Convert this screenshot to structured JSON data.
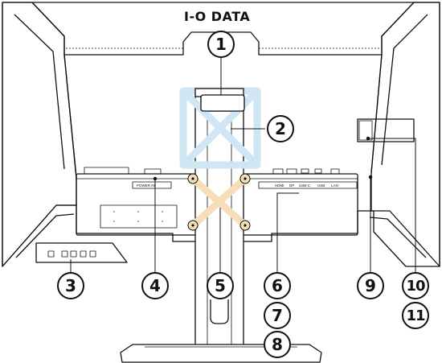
{
  "brand": "I-O DATA",
  "port_labels": {
    "power": "POWER IN",
    "hdmi": "HDMI",
    "dp": "DP",
    "usbc": "USB-C",
    "usb": "USB",
    "lan": "LAN"
  },
  "callouts": [
    "1",
    "2",
    "3",
    "4",
    "5",
    "6",
    "7",
    "8",
    "9",
    "10",
    "11"
  ],
  "colors": {
    "outline": "#111111",
    "vesa_blue": "#cfe6f5",
    "vesa_orange": "#f7ddb8",
    "callout_fill": "#ffffff"
  }
}
